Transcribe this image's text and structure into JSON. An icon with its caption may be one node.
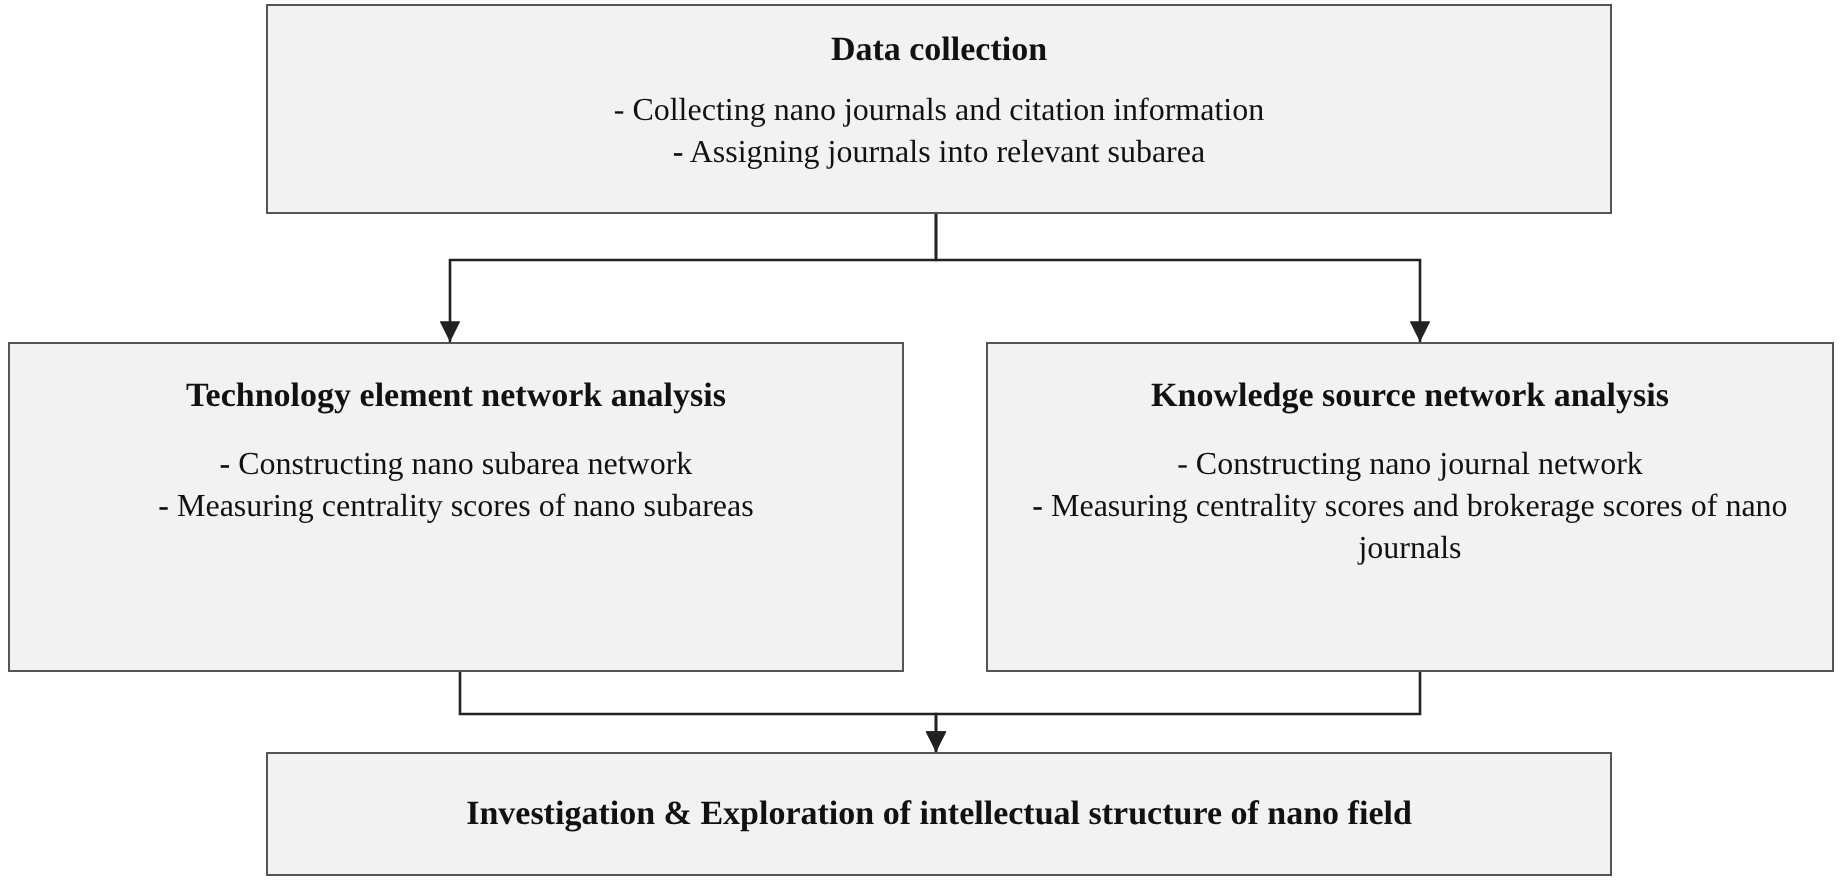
{
  "diagram": {
    "nodes": [
      {
        "text": [
          "Data collection",
          "- Collecting nano journals and citation information",
          "**-** Assigning journals into relevant subarea"
        ]
      },
      {
        "text": [
          "Technology element network analysis",
          "**-** Constructing nano subarea network",
          "**-** Measuring centrality scores of nano subareas"
        ]
      },
      {
        "text": [
          "Knowledge source network analysis",
          "- Constructing nano journal network",
          "**-** Measuring centrality scores and brokerage scores of nano journals"
        ]
      },
      {
        "text": [
          "Investigation & Exploration of intellectual structure of nano field"
        ]
      }
    ],
    "edges": [
      {
        "from": 0,
        "to": 1,
        "arrow": "to"
      },
      {
        "from": 0,
        "to": 2,
        "arrow": "to"
      },
      {
        "from": 1,
        "to": 3,
        "arrow": "to"
      },
      {
        "from": 2,
        "to": 3,
        "arrow": "to"
      }
    ]
  }
}
